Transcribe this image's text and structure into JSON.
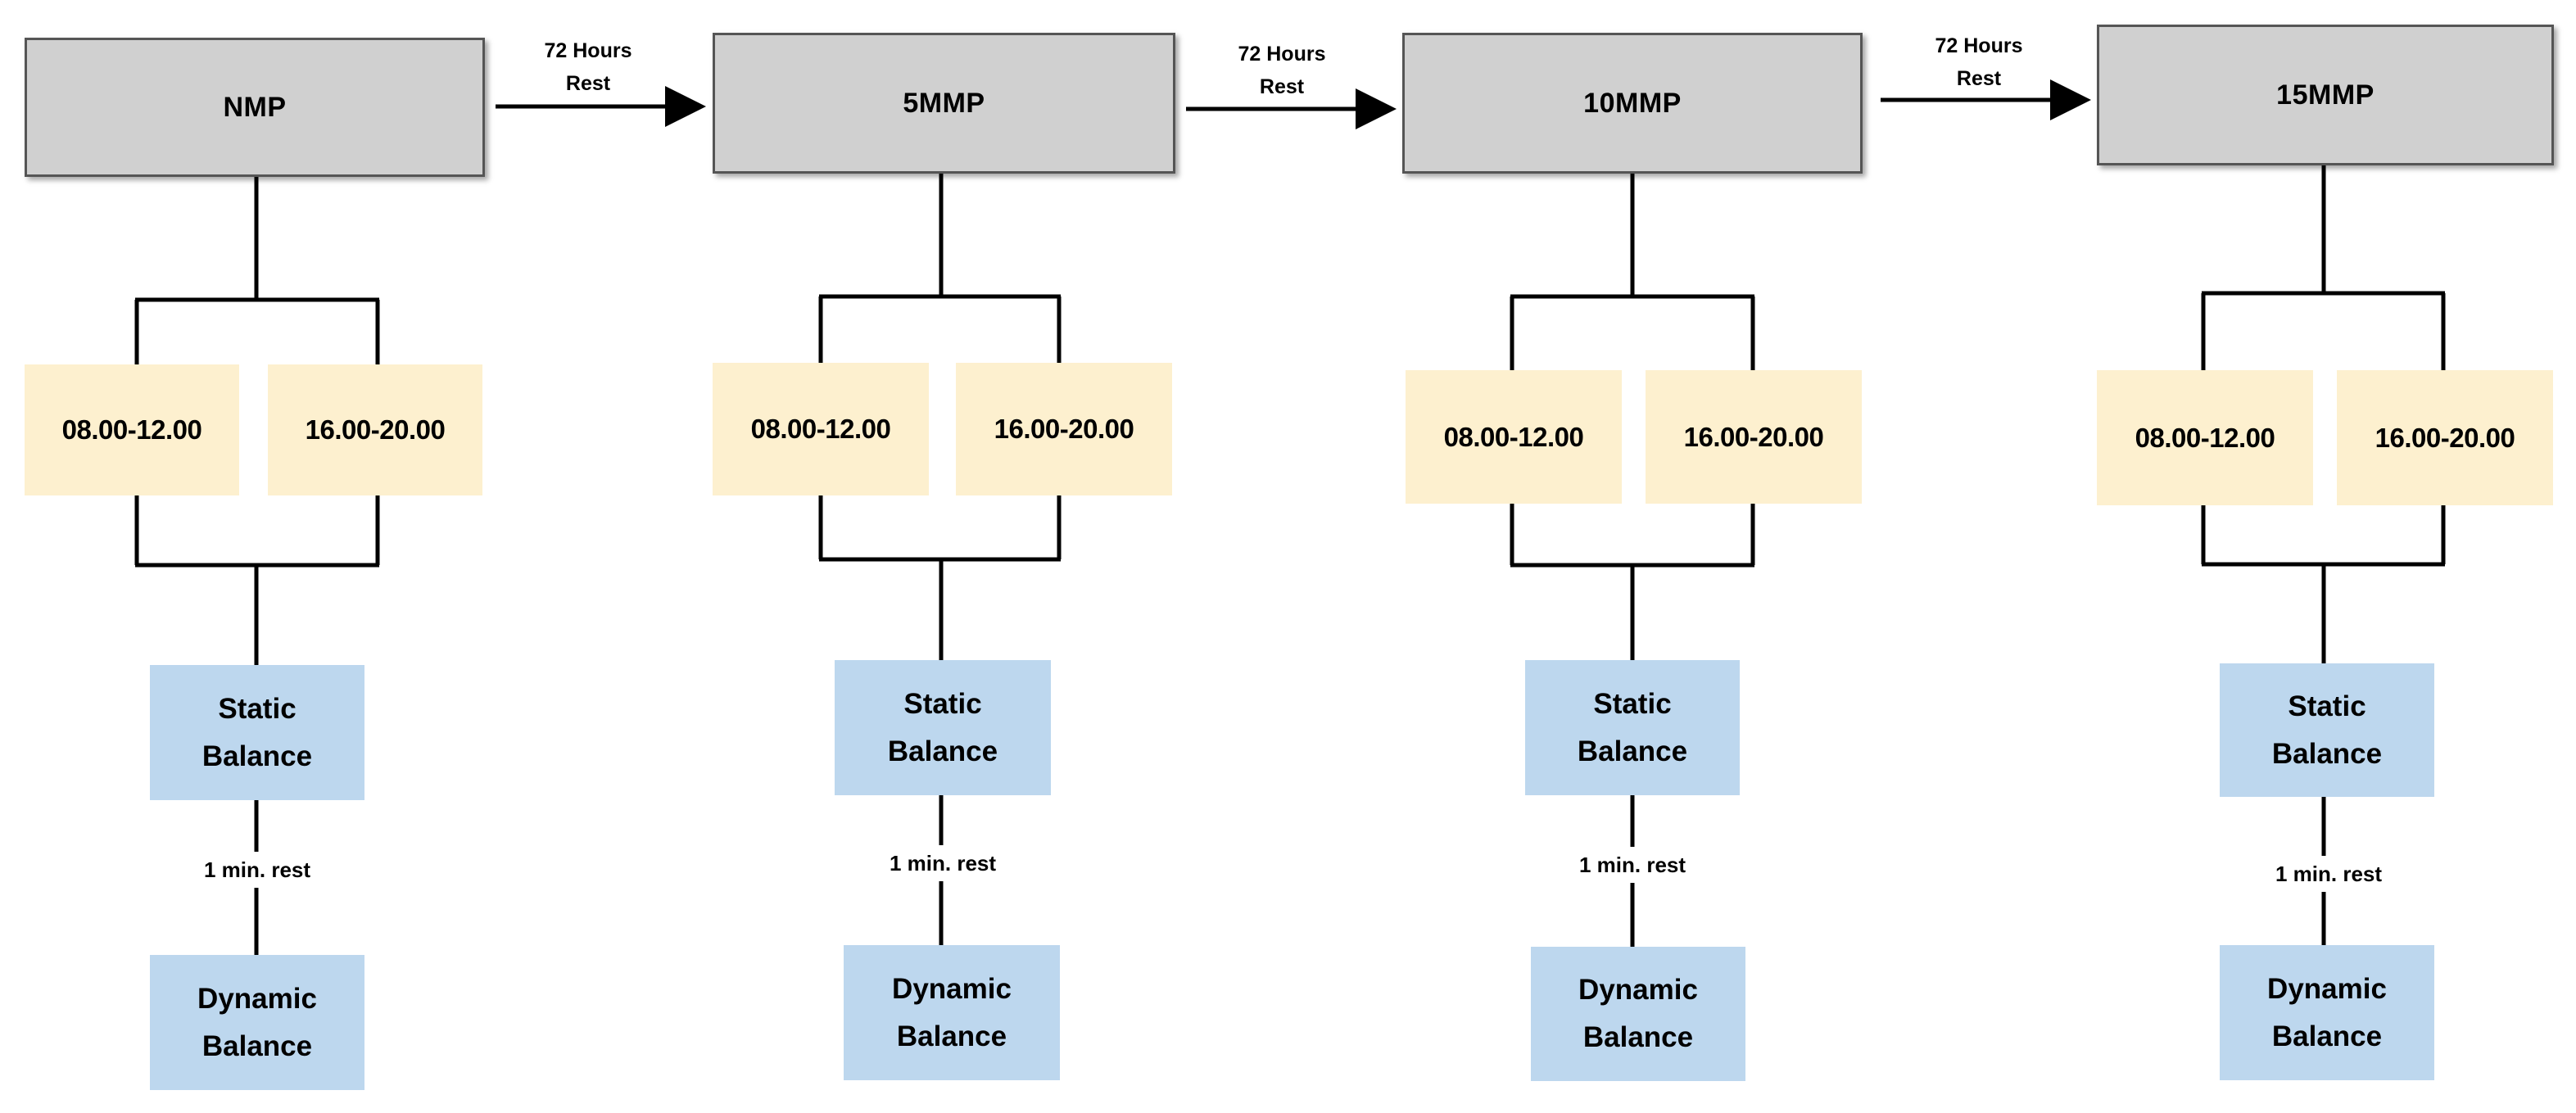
{
  "arrow_label": {
    "line1": "72  Hours",
    "line2": "Rest"
  },
  "rest_between": "1 min. rest",
  "stages": [
    {
      "condition": "NMP",
      "times": [
        "08.00-12.00",
        "16.00-20.00"
      ],
      "tests": {
        "static": [
          "Static",
          "Balance"
        ],
        "dynamic": [
          "Dynamic",
          "Balance"
        ]
      }
    },
    {
      "condition": "5MMP",
      "times": [
        "08.00-12.00",
        "16.00-20.00"
      ],
      "tests": {
        "static": [
          "Static",
          "Balance"
        ],
        "dynamic": [
          "Dynamic",
          "Balance"
        ]
      }
    },
    {
      "condition": "10MMP",
      "times": [
        "08.00-12.00",
        "16.00-20.00"
      ],
      "tests": {
        "static": [
          "Static",
          "Balance"
        ],
        "dynamic": [
          "Dynamic",
          "Balance"
        ]
      }
    },
    {
      "condition": "15MMP",
      "times": [
        "08.00-12.00",
        "16.00-20.00"
      ],
      "tests": {
        "static": [
          "Static",
          "Balance"
        ],
        "dynamic": [
          "Dynamic",
          "Balance"
        ]
      }
    }
  ],
  "colors": {
    "condition_box": "#d0d0d0",
    "time_box": "#fdf0cf",
    "test_box": "#bdd7ee",
    "lines": "#000000"
  }
}
